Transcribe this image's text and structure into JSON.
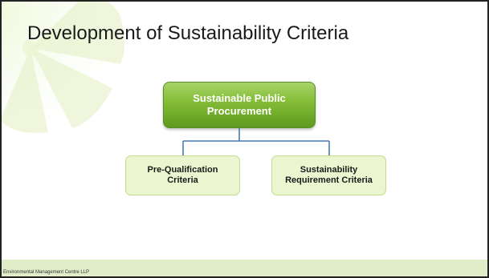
{
  "slide": {
    "title": "Development of Sustainability Criteria",
    "footer": "Environmental Management Centre LLP"
  },
  "diagram": {
    "root": {
      "label": "Sustainable Public\nProcurement",
      "color": "#7fb33a"
    },
    "children": [
      {
        "label": "Pre-Qualification\nCriteria"
      },
      {
        "label": "Sustainability\nRequirement Criteria"
      }
    ],
    "connector_color": "#4a7ab5"
  }
}
